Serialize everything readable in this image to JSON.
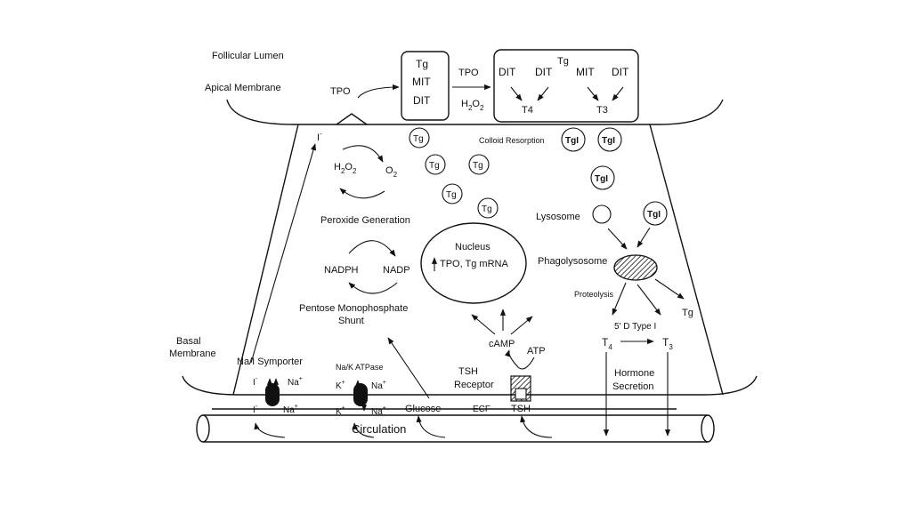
{
  "labels": {
    "follicular_lumen": "Follicular Lumen",
    "apical_membrane": "Apical Membrane",
    "tpo_top": "TPO",
    "box1_tg": "Tg",
    "box1_mit": "MIT",
    "box1_dit": "DIT",
    "tpo_mid": "TPO",
    "h2o2_mid": "H",
    "h2o2_mid_sub1": "2",
    "h2o2_mid_o": "O",
    "h2o2_mid_sub2": "2",
    "box2_dit1": "DIT",
    "box2_dit2": "DIT",
    "box2_tg": "Tg",
    "box2_mit": "MIT",
    "box2_dit3": "DIT",
    "box2_t4": "T4",
    "box2_t3": "T3",
    "iodide_top": "I",
    "iodide_top_sup": "-",
    "colloid_resorption": "Colloid Resorption",
    "tg_bubble": "Tg",
    "tgi_bubble": "TgI",
    "h2o2_cycle": "H",
    "h2o2_cycle_sub1": "2",
    "h2o2_cycle_o": "O",
    "h2o2_cycle_sub2": "2",
    "o2_cycle": "O",
    "o2_cycle_sub": "2",
    "peroxide_generation": "Peroxide Generation",
    "nucleus": "Nucleus",
    "nucleus_mrna": "TPO, Tg mRNA",
    "lysosome": "Lysosome",
    "phagolysosome": "Phagolysosome",
    "nadph": "NADPH",
    "nadp": "NADP",
    "proteolysis": "Proteolysis",
    "tg_right": "Tg",
    "pentose_line1": "Pentose Monophosphate",
    "pentose_line2": "Shunt",
    "deiodinase": "5' D Type I",
    "basal_line1": "Basal",
    "basal_line2": "Membrane",
    "camp": "cAMP",
    "atp": "ATP",
    "t4": "T",
    "t4_sub": "4",
    "t3": "T",
    "t3_sub": "3",
    "na_i_symporter": "Na/I Symporter",
    "na_k_atpase": "Na/K ATPase",
    "tsh_receptor_line1": "TSH",
    "tsh_receptor_line2": "Receptor",
    "hormone_secretion_line1": "Hormone",
    "hormone_secretion_line2": "Secretion",
    "iodide_in": "I",
    "iodide_in_sup": "-",
    "na_in": "Na",
    "na_in_sup": "+",
    "k_in": "K",
    "k_in_sup": "+",
    "na_in2": "Na",
    "na_in2_sup": "+",
    "iodide_out": "I",
    "iodide_out_sup": "-",
    "na_out": "Na",
    "na_out_sup": "+",
    "k_out": "K",
    "k_out_sup": "+",
    "na_out2": "Na",
    "na_out2_sup": "+",
    "glucose": "Glucose",
    "ecf": "ECF",
    "tsh": "TSH",
    "circulation": "Circulation"
  }
}
